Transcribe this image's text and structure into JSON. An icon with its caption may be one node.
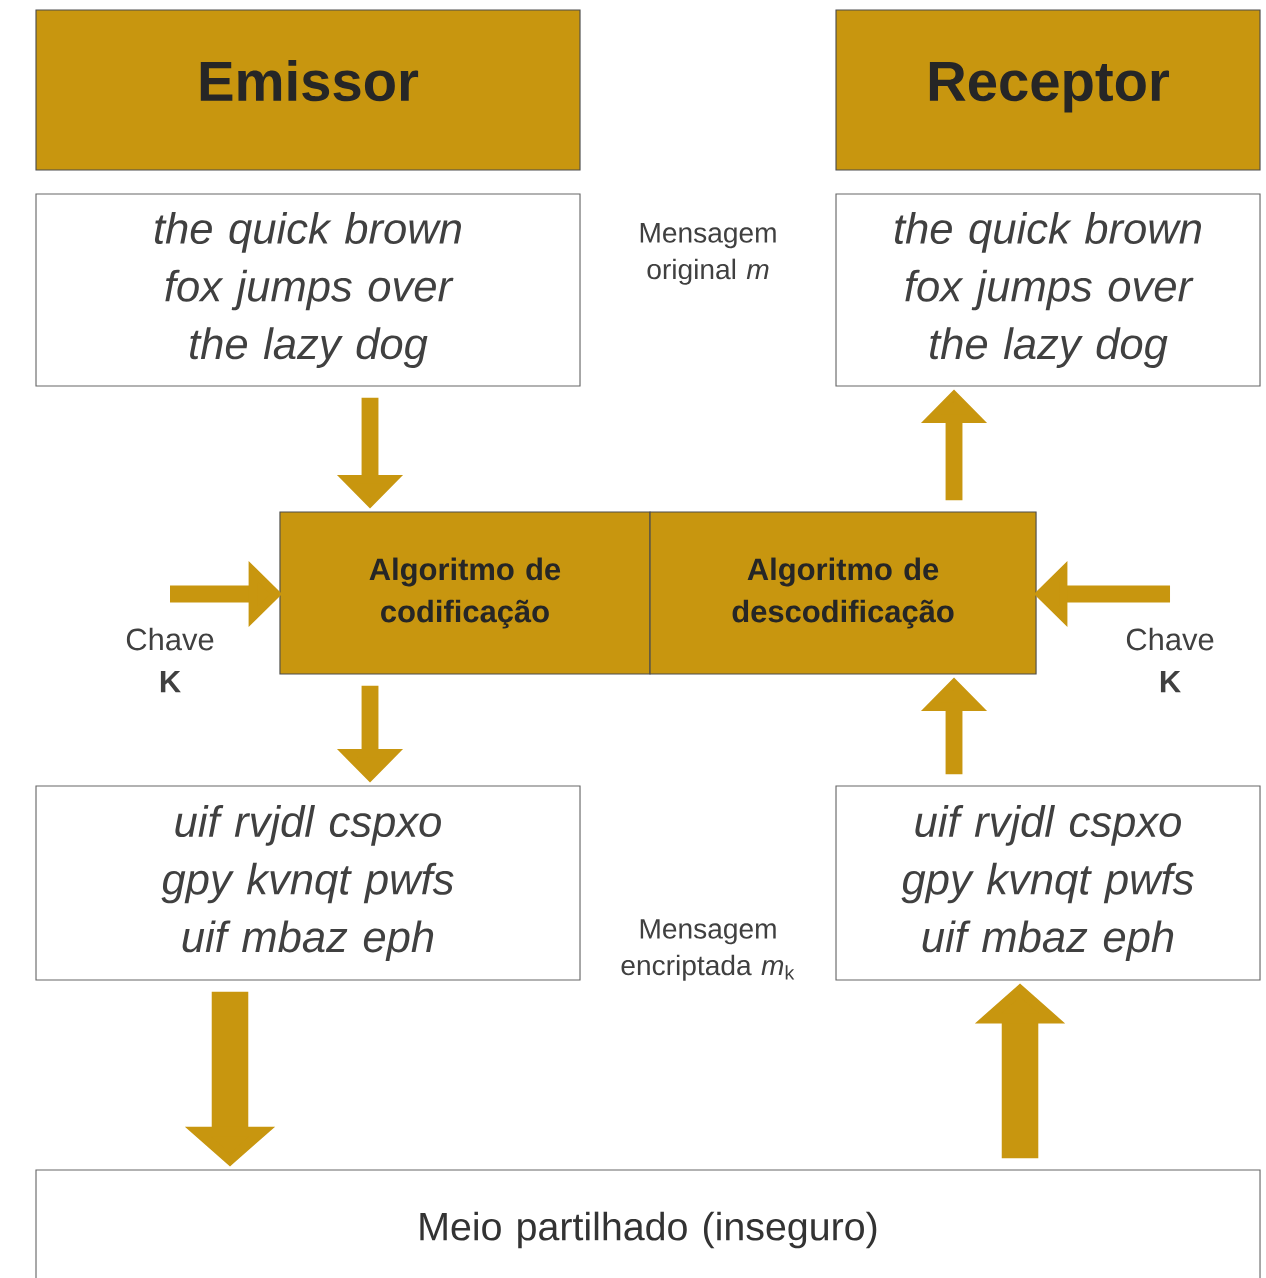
{
  "diagram": {
    "nodes": [
      {
        "text": [
          "Emissor"
        ]
      },
      {
        "text": [
          "Receptor"
        ]
      },
      {
        "text": [
          "the quick brown fox jumps over the lazy dog"
        ]
      },
      {
        "text": [
          "the quick brown fox jumps over the lazy dog"
        ]
      },
      {
        "text": [
          "Algoritmo de codificação"
        ]
      },
      {
        "text": [
          "Algoritmo de descodificação"
        ]
      },
      {
        "text": [
          "uif rvjdl cspxo gpy kvnqt pwfs uif mbaz eph"
        ]
      },
      {
        "text": [
          "uif rvjdl cspxo gpy kvnqt pwfs uif mbaz eph"
        ]
      },
      {
        "text": [
          "Meio partilhado (inseguro)"
        ]
      },
      {
        "text": [
          "Chave **K**"
        ]
      },
      {
        "text": [
          "Chave **K**"
        ]
      }
    ],
    "edges": [
      {
        "from": 2,
        "to": 4,
        "arrow": "to"
      },
      {
        "from": 5,
        "to": 3,
        "arrow": "to"
      },
      {
        "from": 9,
        "to": 4,
        "arrow": "to"
      },
      {
        "from": 10,
        "to": 5,
        "arrow": "to"
      },
      {
        "from": 4,
        "to": 6,
        "arrow": "to"
      },
      {
        "from": 7,
        "to": 5,
        "arrow": "to"
      },
      {
        "from": 6,
        "to": 8,
        "arrow": "to",
        "style": "thick"
      },
      {
        "from": 8,
        "to": 7,
        "arrow": "to",
        "style": "thick"
      }
    ],
    "labels": [
      "Mensagem original *m*",
      "Mensagem encriptada *m*$_{k}$"
    ]
  }
}
